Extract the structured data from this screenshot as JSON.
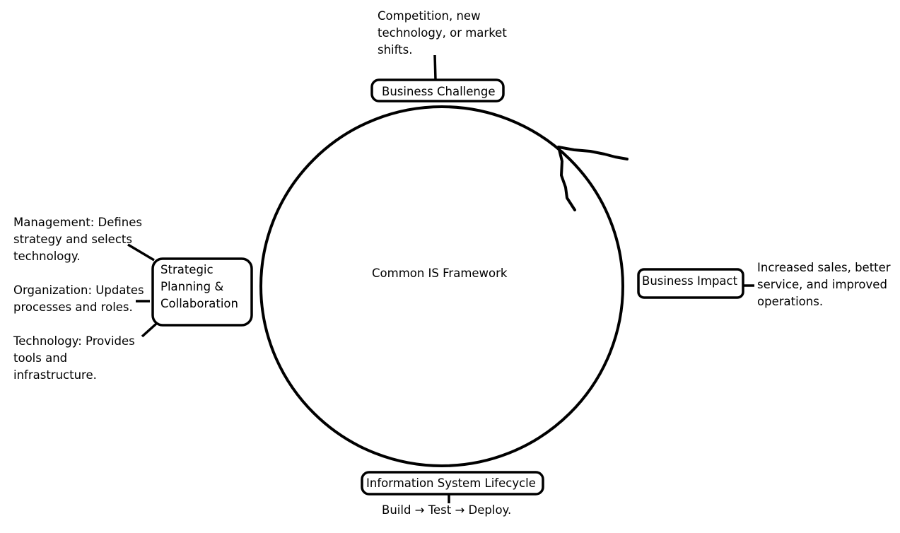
{
  "diagram": {
    "center_label": "Common IS Framework",
    "nodes": {
      "challenge": {
        "label": "Business Challenge",
        "note": "Competition, new\ntechnology, or market\nshifts."
      },
      "impact": {
        "label": "Business Impact",
        "note": "Increased sales, better\nservice, and improved\noperations."
      },
      "lifecycle": {
        "label": "Information System Lifecycle",
        "note": "Build → Test → Deploy."
      },
      "planning": {
        "label": "Strategic\nPlanning &\nCollaboration",
        "notes": {
          "management": "Management: Defines\nstrategy and selects\ntechnology.",
          "organization": "Organization: Updates\nprocesses and roles.",
          "technology": "Technology: Provides\ntools and\ninfrastructure."
        }
      }
    }
  }
}
